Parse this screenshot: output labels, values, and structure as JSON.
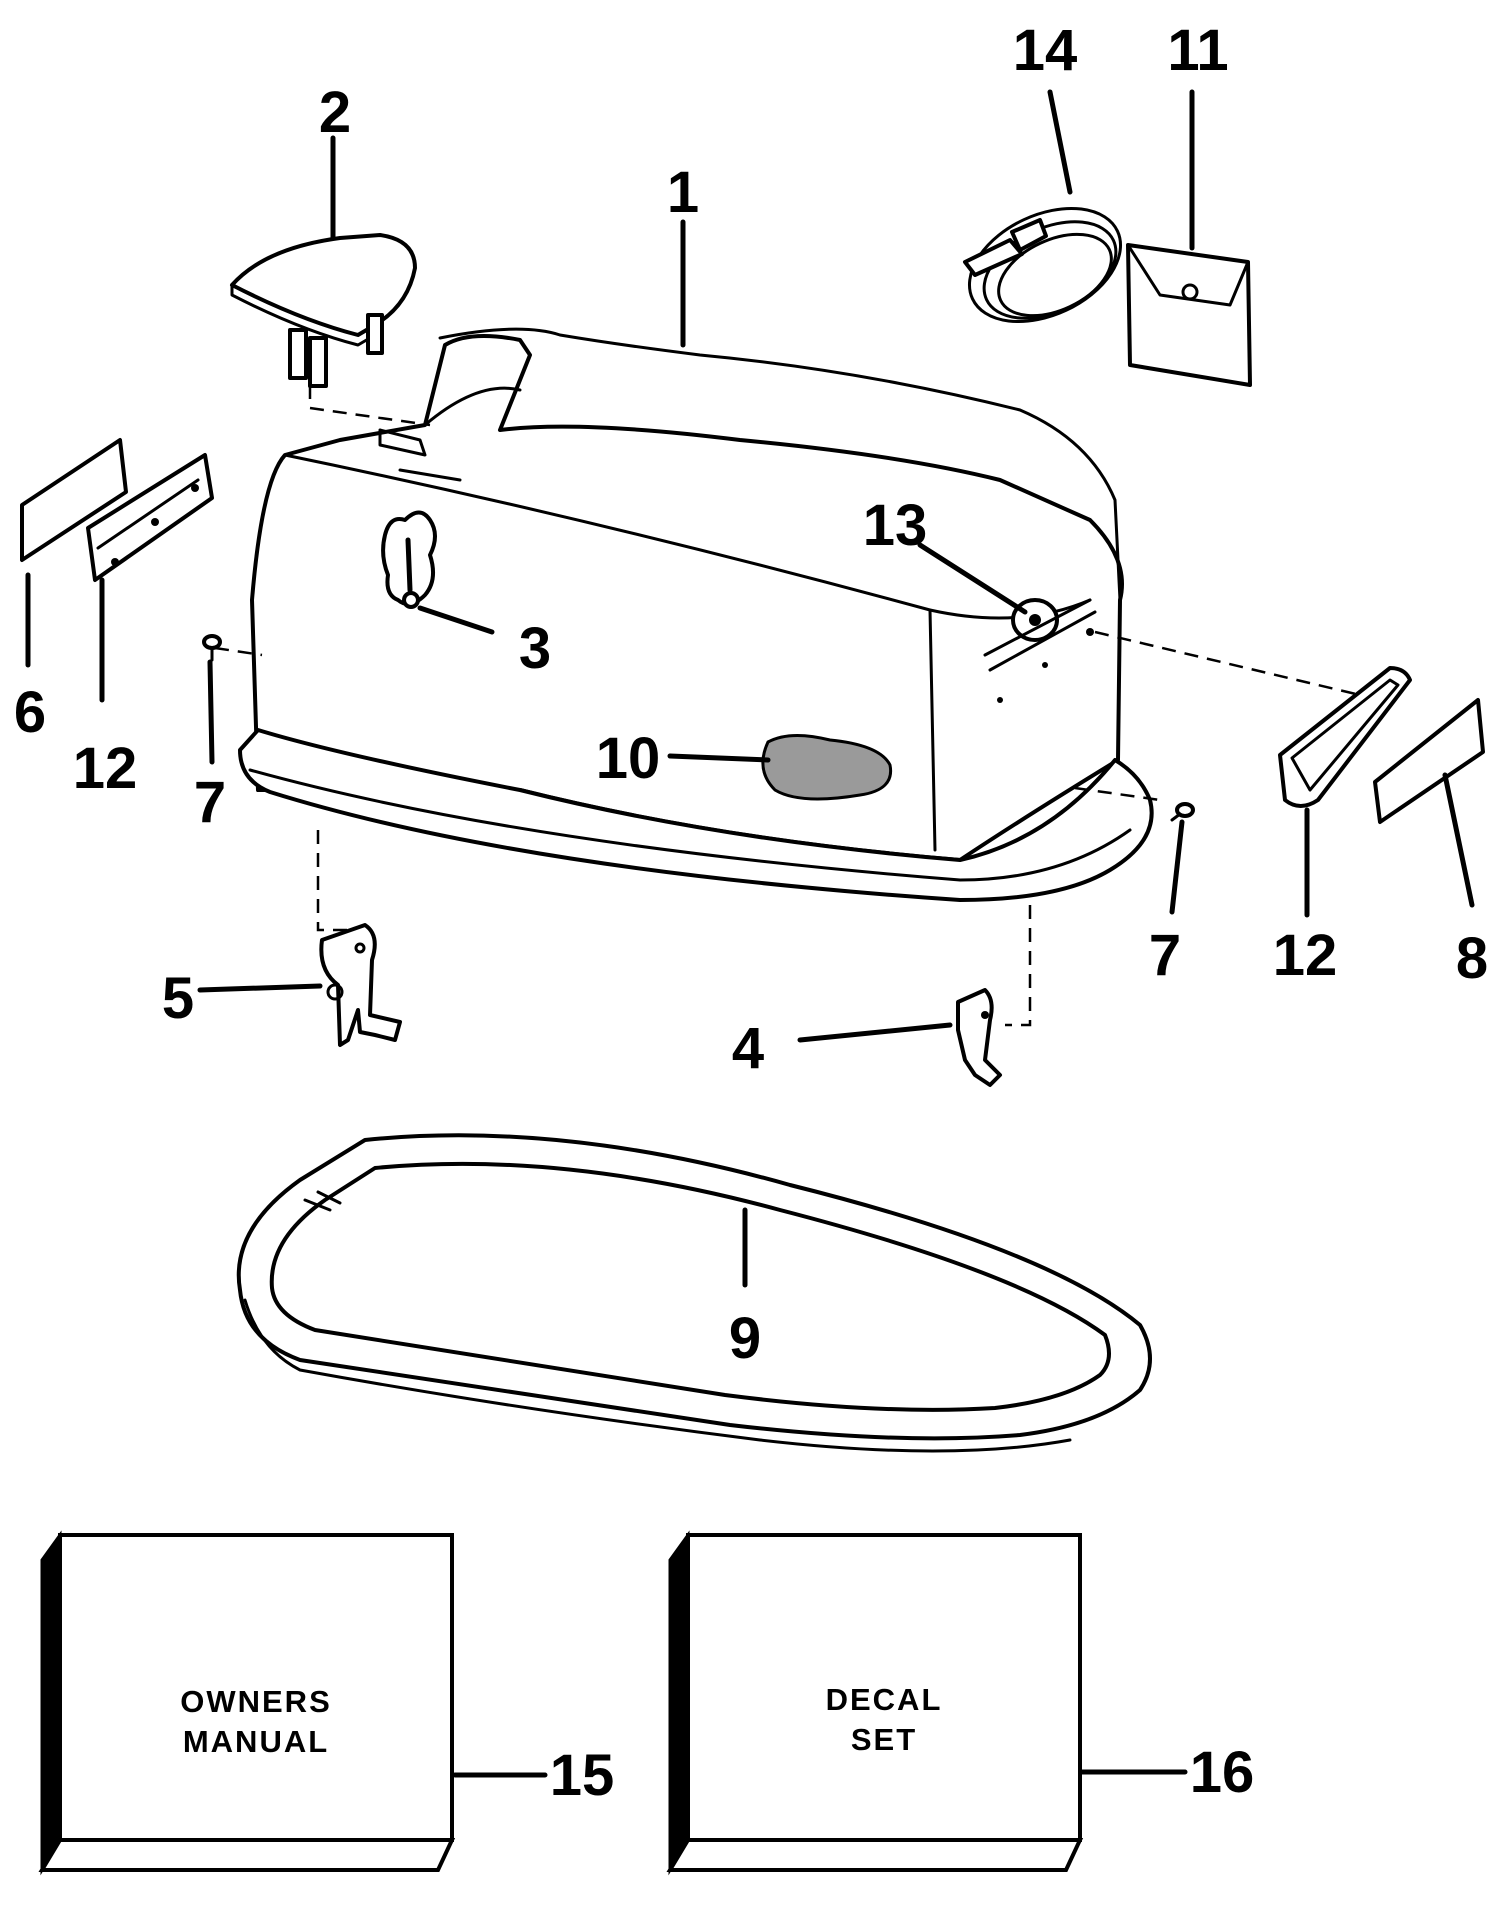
{
  "callouts": {
    "c1": "1",
    "c2": "2",
    "c3": "3",
    "c4": "4",
    "c5": "5",
    "c6": "6",
    "c7a": "7",
    "c7b": "7",
    "c8": "8",
    "c9": "9",
    "c10": "10",
    "c11": "11",
    "c12a": "12",
    "c12b": "12",
    "c13": "13",
    "c14": "14",
    "c15": "15",
    "c16": "16"
  },
  "boxes": {
    "owners_manual": {
      "line1": "OWNERS",
      "line2": "MANUAL"
    },
    "decal_set": {
      "line1": "DECAL",
      "line2": "SET"
    }
  },
  "colors": {
    "ink": "#000000",
    "paper": "#ffffff"
  }
}
